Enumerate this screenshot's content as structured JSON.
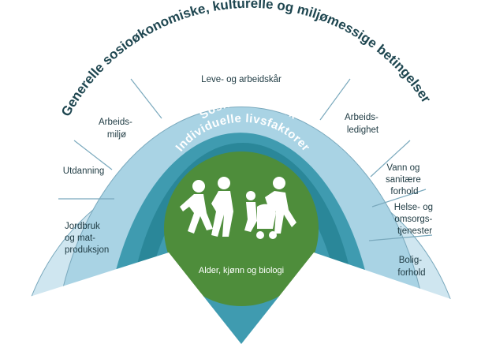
{
  "outer_arc_title": "Generelle sosioøkonomiske, kulturelle og miljømessige betingelser",
  "ring_social_title": "Sosiale nettverk",
  "ring_individual_title": "Individuelle livsfaktorer",
  "core_label": "Alder, kjønn og biologi",
  "people_icon": "family-figures-icon",
  "colors": {
    "outer_band": "#cfe6f0",
    "middle_band": "#a9d3e4",
    "social_ring": "#3f9bb0",
    "individual_ring": "#2a8799",
    "core_circle": "#4e8d3b",
    "divider": "#7aa9bd",
    "text": "#1e3a42"
  },
  "segments": {
    "leve_arbeid": "Leve- og arbeidskår",
    "arbeidsmiljo": [
      "Arbeids-",
      "miljø"
    ],
    "utdanning": "Utdanning",
    "jordbruk": [
      "Jordbruk",
      "og mat-",
      "produksjon"
    ],
    "arbeidsledighet": [
      "Arbeids-",
      "ledighet"
    ],
    "vann": [
      "Vann og",
      "sanitære",
      "forhold"
    ],
    "helse": [
      "Helse- og",
      "omsorgs-",
      "tjenester"
    ],
    "bolig": [
      "Bolig-",
      "forhold"
    ]
  }
}
